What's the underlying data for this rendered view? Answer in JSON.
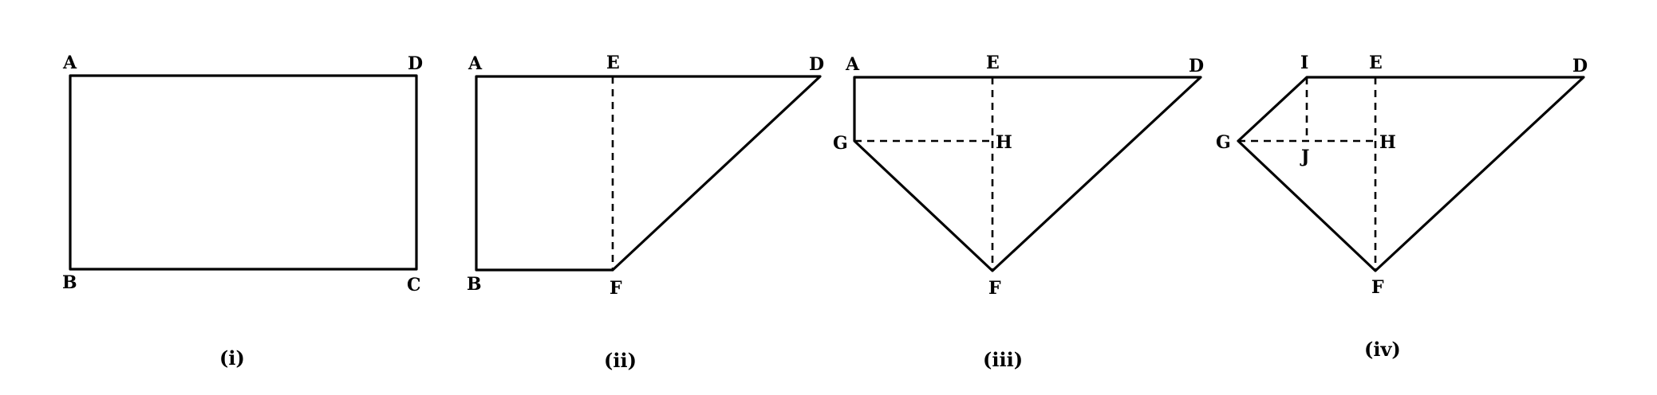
{
  "figures": [
    {
      "caption": "(i)",
      "labels": {
        "A": "A",
        "B": "B",
        "C": "C",
        "D": "D"
      }
    },
    {
      "caption": "(ii)",
      "labels": {
        "A": "A",
        "B": "B",
        "D": "D",
        "E": "E",
        "F": "F"
      }
    },
    {
      "caption": "(iii)",
      "labels": {
        "A": "A",
        "D": "D",
        "E": "E",
        "F": "F",
        "G": "G",
        "H": "H"
      }
    },
    {
      "caption": "(iv)",
      "labels": {
        "D": "D",
        "E": "E",
        "F": "F",
        "G": "G",
        "H": "H",
        "I": "I",
        "J": "J"
      }
    }
  ]
}
